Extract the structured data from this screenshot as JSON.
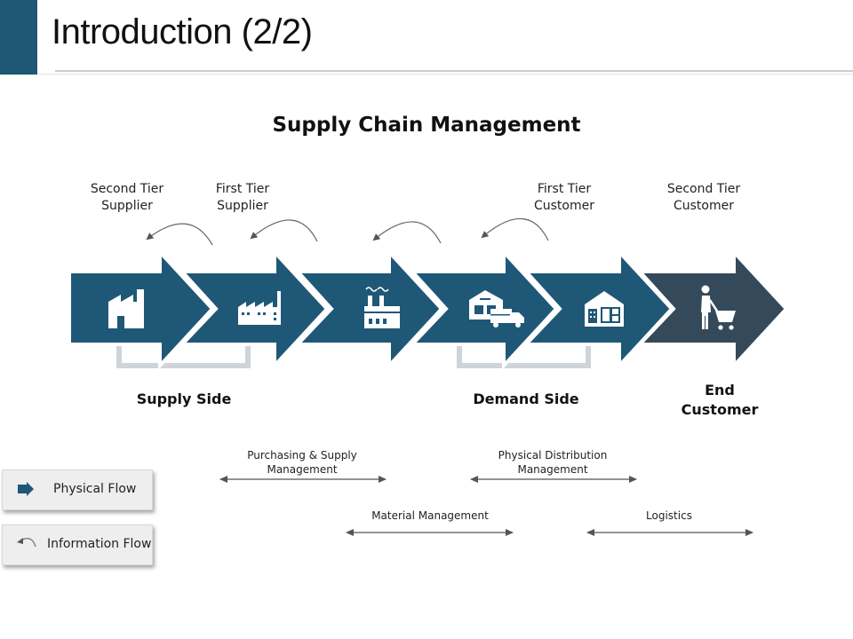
{
  "header": {
    "title": "Introduction (2/2)"
  },
  "diagram": {
    "title": "Supply Chain Management",
    "tiers": [
      {
        "line1": "Second Tier",
        "line2": "Supplier"
      },
      {
        "line1": "First Tier",
        "line2": "Supplier"
      },
      {
        "line1": "First Tier",
        "line2": "Customer"
      },
      {
        "line1": "Second Tier",
        "line2": "Customer"
      }
    ],
    "sides": {
      "supply": "Supply Side",
      "demand": "Demand Side",
      "end_line1": "End",
      "end_line2": "Customer"
    },
    "icons": [
      "factory-icon",
      "factory-row-icon",
      "plant-icon",
      "warehouse-truck-icon",
      "store-icon",
      "shopper-cart-icon"
    ],
    "ranges": [
      {
        "line1": "Purchasing & Supply",
        "line2": "Management"
      },
      {
        "line1": "Physical Distribution",
        "line2": "Management"
      },
      {
        "line1": "Material Management"
      },
      {
        "line1": "Logistics"
      }
    ],
    "colors": {
      "primary": "#1f5877",
      "dark": "#34495a",
      "connector": "#cfd4d8"
    }
  },
  "legend": {
    "physical": "Physical Flow",
    "information": "Information Flow"
  }
}
